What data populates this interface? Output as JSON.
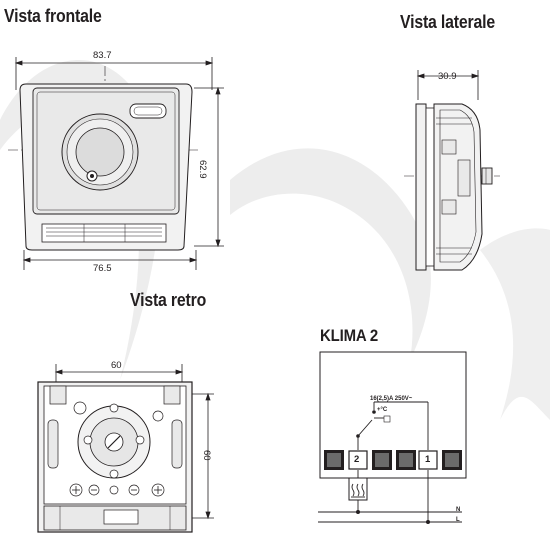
{
  "views": {
    "front": {
      "title": "Vista frontale",
      "width": "83.7",
      "base_width": "76.5",
      "height": "62.9"
    },
    "side": {
      "title": "Vista laterale",
      "depth": "30.9"
    },
    "back": {
      "title": "Vista retro",
      "width": "60",
      "height": "60"
    },
    "wiring": {
      "title": "KLIMA 2",
      "rating": "16(2,5)A 250V~",
      "temp_symbol": "+°C",
      "terminal_2": "2",
      "terminal_1": "1",
      "neutral": "N",
      "line": "L"
    }
  },
  "colors": {
    "line": "#231f20",
    "watermark": "#e6e6e6",
    "device_fill": "#f2f2f2"
  }
}
